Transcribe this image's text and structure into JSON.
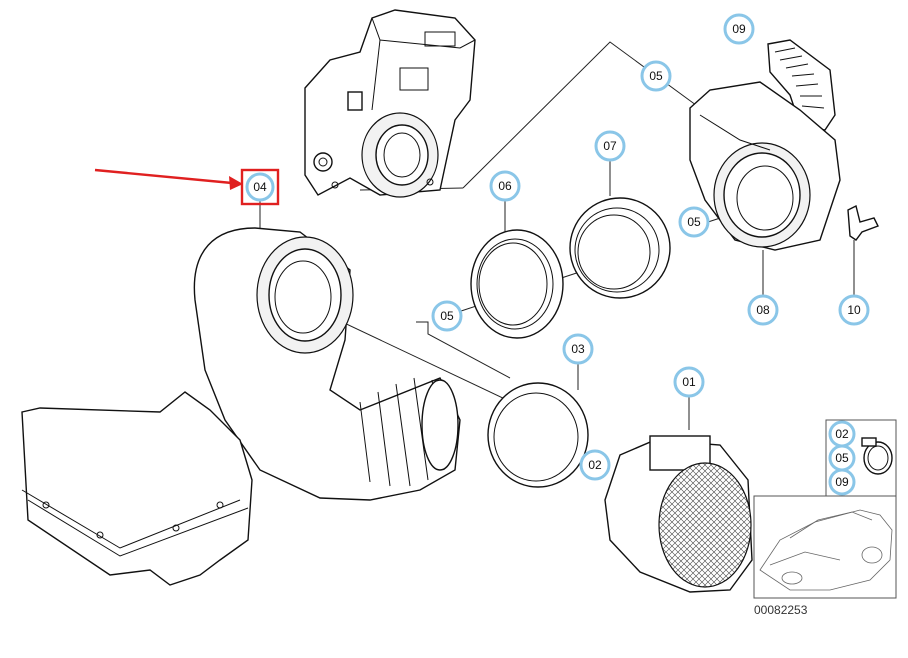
{
  "diagram": {
    "document_number": "00082253",
    "highlighted_part": "04",
    "accent_color": "#e02020",
    "callout_ring_color": "#8ac6e8",
    "callouts": {
      "c01": "01",
      "c02a": "02",
      "c03": "03",
      "c04": "04",
      "c05a": "05",
      "c05b": "05",
      "c05c": "05",
      "c06": "06",
      "c07": "07",
      "c08": "08",
      "c09": "09",
      "c10": "10"
    },
    "legend": {
      "items": [
        "02",
        "05",
        "09"
      ]
    }
  }
}
